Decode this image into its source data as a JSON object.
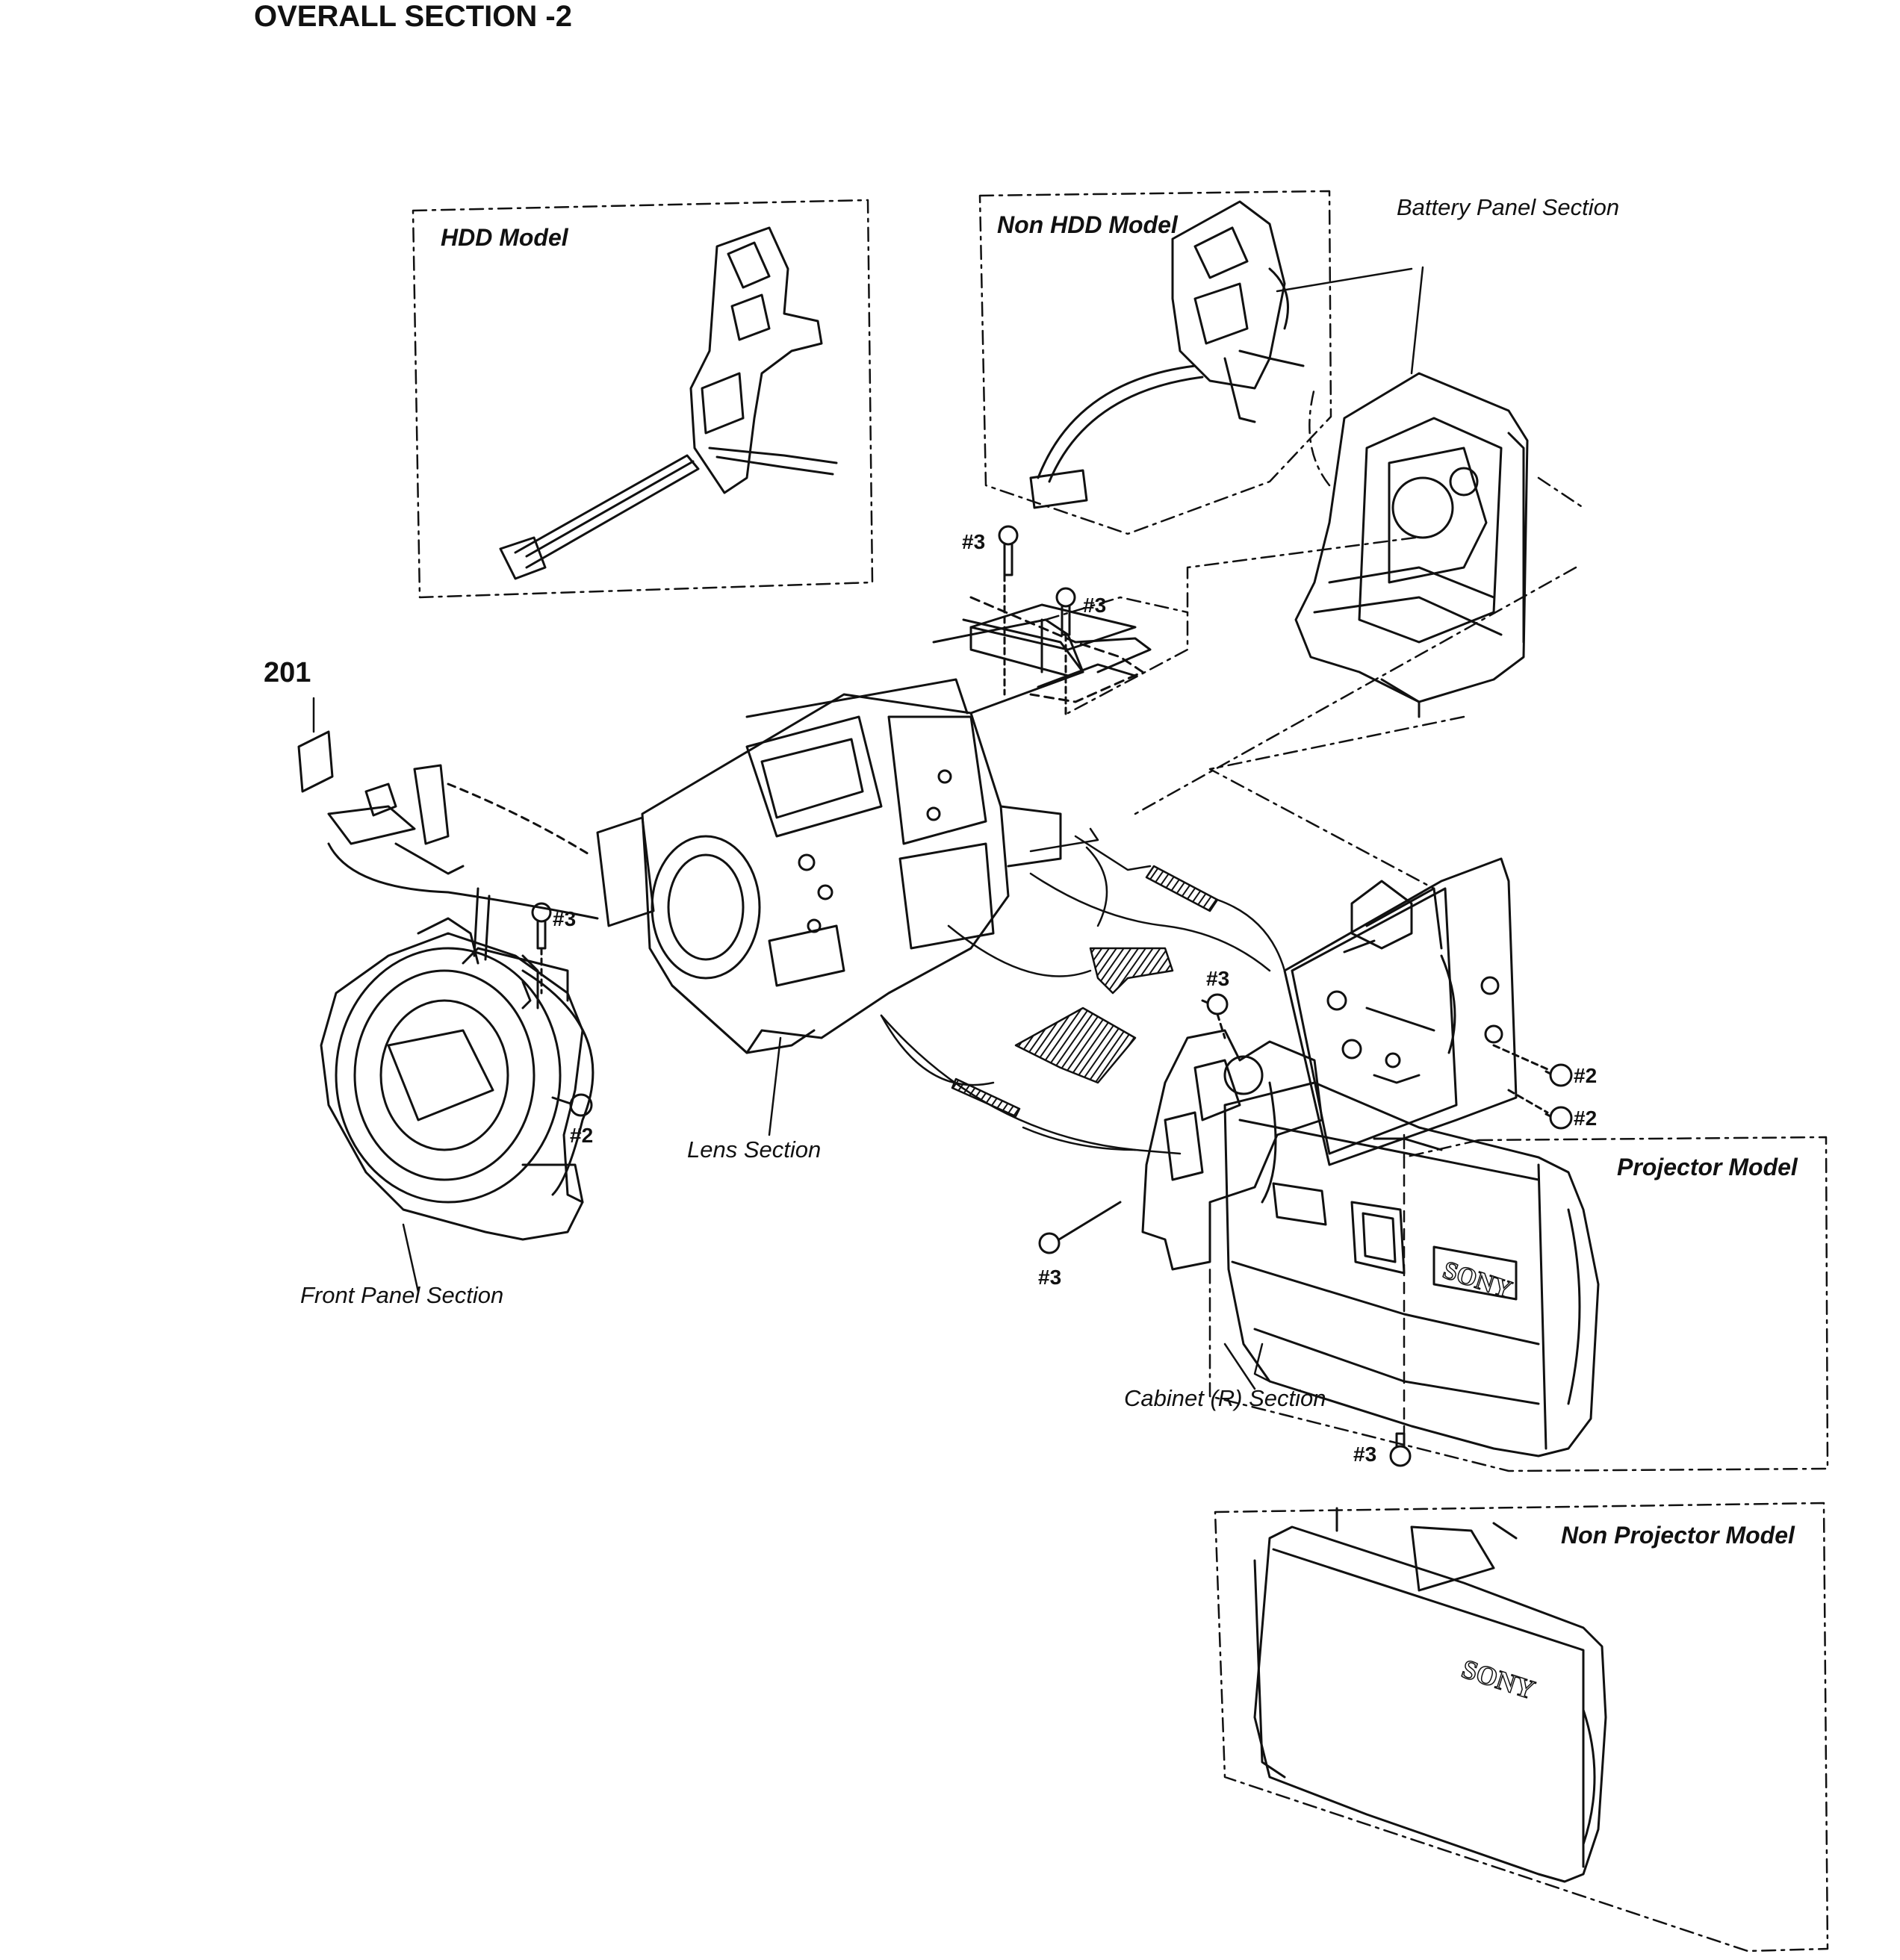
{
  "title": "OVERALL SECTION -2",
  "labels": {
    "hdd_model": "HDD Model",
    "non_hdd_model": "Non HDD Model",
    "battery_panel_section": "Battery Panel Section",
    "part_201": "201",
    "lens_section": "Lens Section",
    "front_panel_section": "Front Panel Section",
    "projector_model": "Projector Model",
    "cabinet_r_section": "Cabinet (R) Section",
    "non_projector_model": "Non Projector Model"
  },
  "screws": {
    "s1": "#3",
    "s2": "#3",
    "s3": "#3",
    "s4": "#2",
    "s5": "#3",
    "s6": "#2",
    "s7": "#2",
    "s8": "#3",
    "s9": "#3"
  },
  "brand_text": {
    "projector": "SONY",
    "non_projector": "SONY"
  },
  "colors": {
    "line": "#111111",
    "background": "#ffffff"
  }
}
